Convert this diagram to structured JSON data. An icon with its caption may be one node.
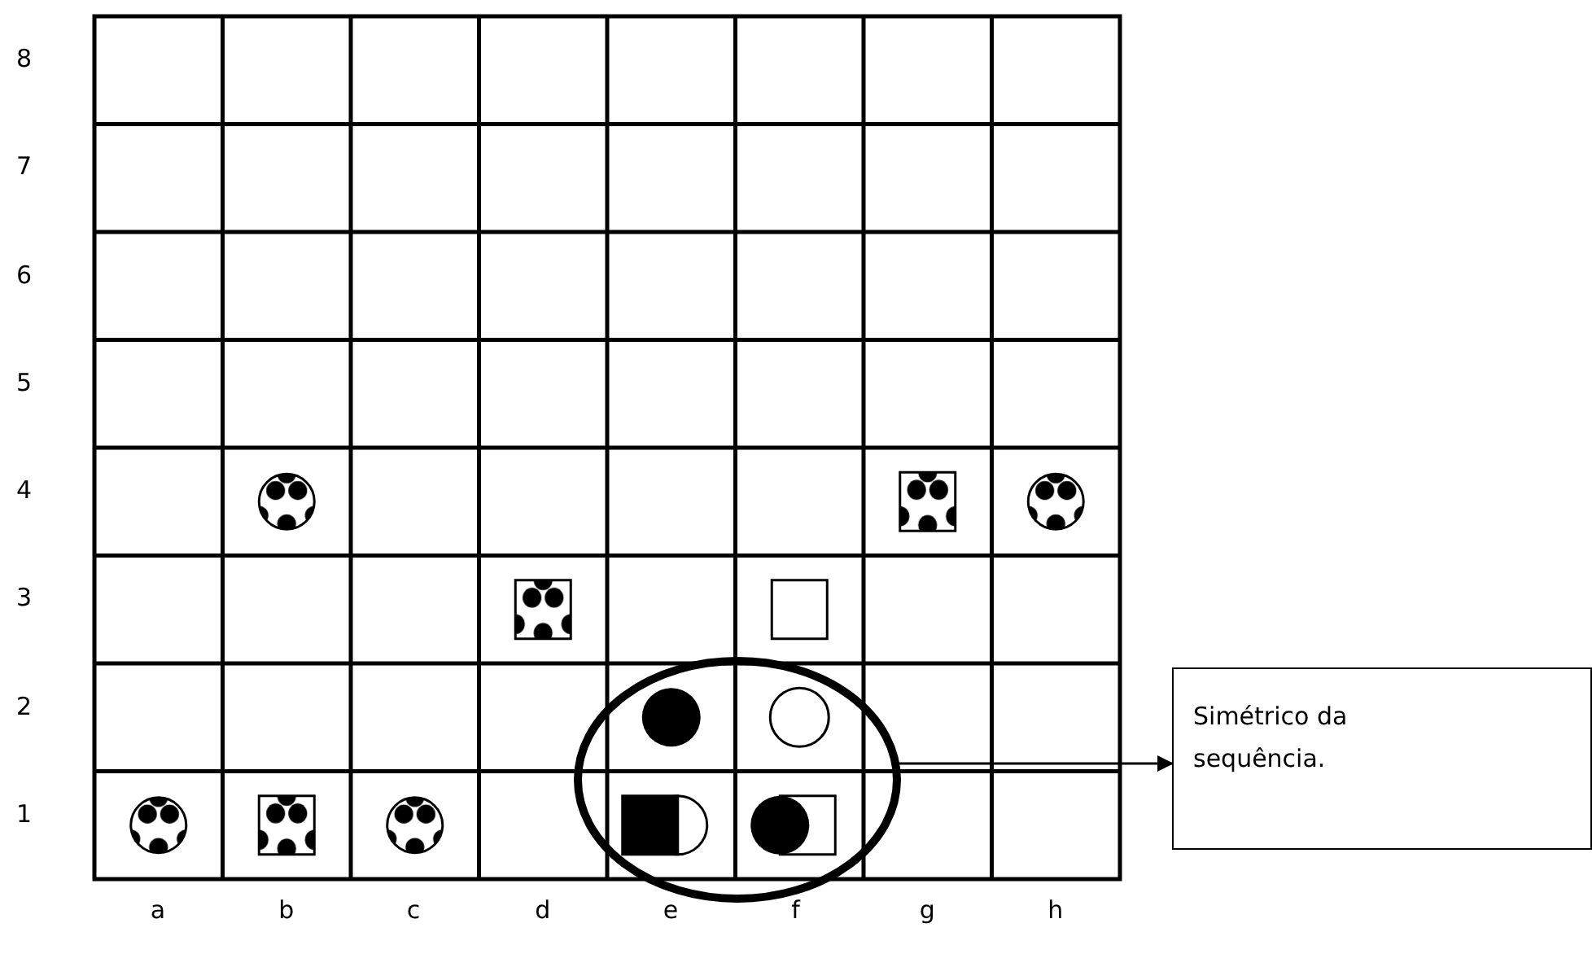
{
  "diagram": {
    "nodes": [
      {
        "text": [],
        "shape": "ellipse"
      },
      {
        "text": [
          "Simétrico da sequência."
        ]
      }
    ],
    "edges": [
      {
        "from": 0,
        "to": 1,
        "arrow": "to"
      }
    ],
    "labels": [
      "8",
      "7",
      "6",
      "5",
      "4",
      "3",
      "2",
      "1",
      "a",
      "b",
      "c",
      "d",
      "e",
      "f",
      "g",
      "h"
    ]
  }
}
